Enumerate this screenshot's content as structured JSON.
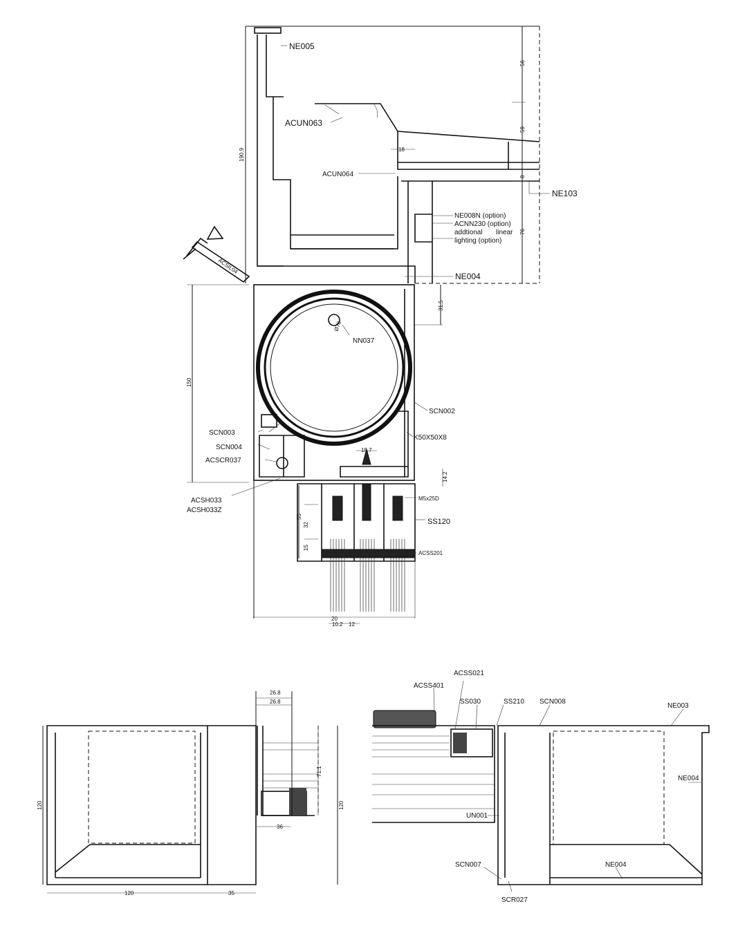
{
  "top_section": {
    "labels": {
      "ne005": "NE005",
      "acun063": "ACUN063",
      "acun064": "ACUN064",
      "ne103": "NE103",
      "ne008n": "NE008N (option)",
      "acnn230": "ACNN230  (option)",
      "lighting1": "addtional       linear",
      "lighting2": "lighting (option)",
      "ne004": "NE004",
      "nn037": "NN037",
      "scn002": "SCN002",
      "k50": "K50X50X8",
      "scn003": "SCN003",
      "scn004": "SCN004",
      "acscr037": "ACSCR037",
      "acsh033": "ACSH033",
      "acsh033z": "ACSH033Z",
      "m5": "M5x25D",
      "ss120": "SS120",
      "acss201": "ACSS201",
      "sealant": "ACSIL04"
    },
    "dimensions": {
      "d56": "56",
      "d59": "59",
      "d8": "8",
      "d76": "76",
      "d18": "18",
      "d190": "190.9",
      "d31": "31.5",
      "d150": "150",
      "d15_7": "15.7",
      "d14_2": "14.2",
      "d55": "55",
      "d32": "32",
      "d15": "15",
      "d20": "20",
      "d10_2": "10.2",
      "d12": "12",
      "d78": "Ø78"
    }
  },
  "bottom_left": {
    "dimensions": {
      "d26a": "26.8",
      "d26b": "26.8",
      "d71": "71.1",
      "h120l": "120",
      "h120r": "120",
      "w120": "120",
      "w35": "35",
      "w36": "36"
    }
  },
  "bottom_right": {
    "labels": {
      "acss401": "ACSS401",
      "acss021": "ACSS021",
      "ss030": "SS030",
      "ss210": "SS210",
      "scn008": "SCN008",
      "ne003": "NE003",
      "ne004a": "NE004",
      "un001": "UN001",
      "scn007": "SCN007",
      "ne004b": "NE004",
      "scr027": "SCR027"
    }
  }
}
